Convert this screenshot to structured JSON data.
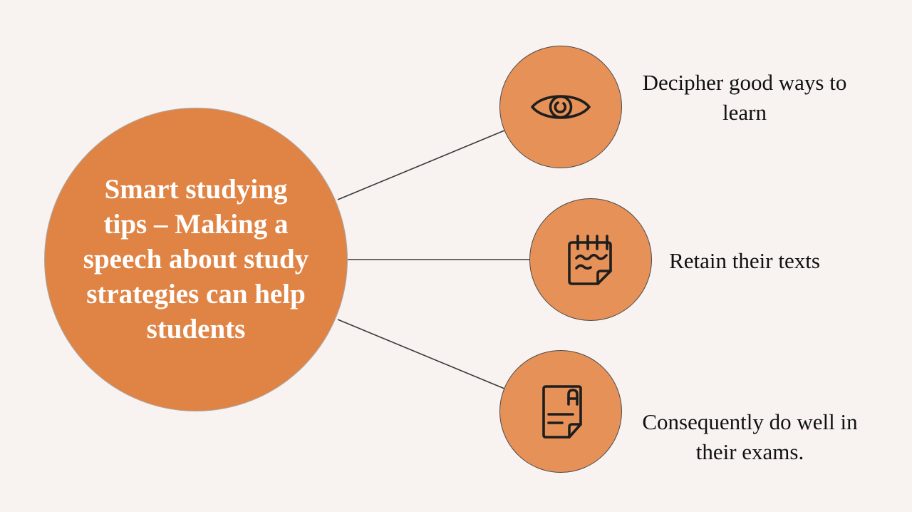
{
  "diagram": {
    "type": "hub-and-spoke",
    "center": {
      "label": "Smart studying tips – Making a speech about study strategies can help students"
    },
    "items": [
      {
        "icon": "eye-icon",
        "caption": "Decipher good ways to learn"
      },
      {
        "icon": "notepad-icon",
        "caption": "Retain their texts"
      },
      {
        "icon": "graded-document-icon",
        "caption": "Consequently do well in their exams."
      }
    ],
    "colors": {
      "background": "#f8f3f1",
      "center_fill": "#e08445",
      "node_fill": "#e69158",
      "icon_stroke": "#1e1e1e",
      "connector": "#3a3a3a"
    }
  }
}
